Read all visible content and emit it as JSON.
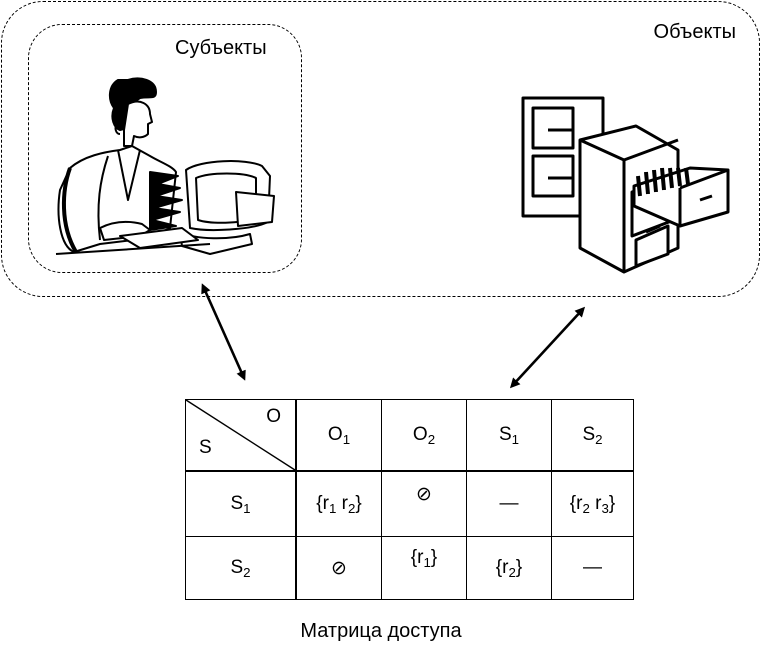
{
  "labels": {
    "objects": "Объекты",
    "subjects": "Субъекты",
    "caption": "Матрица доступа"
  },
  "matrix": {
    "corner_top": "O",
    "corner_bottom": "S",
    "columns": [
      {
        "base": "O",
        "sub": "1"
      },
      {
        "base": "O",
        "sub": "2"
      },
      {
        "base": "S",
        "sub": "1"
      },
      {
        "base": "S",
        "sub": "2"
      }
    ],
    "rows": [
      {
        "header": {
          "base": "S",
          "sub": "1"
        },
        "cells": [
          {
            "parts": [
              {
                "t": "{r"
              },
              {
                "s": "1"
              },
              {
                "t": " r"
              },
              {
                "s": "2"
              },
              {
                "t": "}"
              }
            ]
          },
          {
            "parts": [
              {
                "t": "⊘"
              }
            ],
            "raised": true
          },
          {
            "parts": [
              {
                "t": "—"
              }
            ]
          },
          {
            "parts": [
              {
                "t": "{r"
              },
              {
                "s": "2"
              },
              {
                "t": " r"
              },
              {
                "s": "3"
              },
              {
                "t": "}"
              }
            ]
          }
        ]
      },
      {
        "header": {
          "base": "S",
          "sub": "2"
        },
        "cells": [
          {
            "parts": [
              {
                "t": "⊘"
              }
            ]
          },
          {
            "parts": [
              {
                "t": "{r"
              },
              {
                "s": "1"
              },
              {
                "t": "}"
              }
            ],
            "raised": true
          },
          {
            "parts": [
              {
                "t": "{r"
              },
              {
                "s": "2"
              },
              {
                "t": "}"
              }
            ]
          },
          {
            "parts": [
              {
                "t": "—"
              }
            ]
          }
        ]
      }
    ]
  },
  "icons": {
    "subject": "person-at-computer-icon",
    "objects": "filing-cabinet-icon"
  }
}
